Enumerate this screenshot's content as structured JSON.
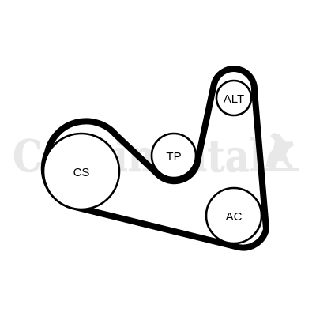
{
  "watermark": {
    "text": "Continental",
    "logo": "rearing-horse-logo"
  },
  "diagram": {
    "pulleys": [
      {
        "id": "cs",
        "label": "CS"
      },
      {
        "id": "tp",
        "label": "TP"
      },
      {
        "id": "alt",
        "label": "ALT"
      },
      {
        "id": "ac",
        "label": "AC"
      }
    ]
  }
}
